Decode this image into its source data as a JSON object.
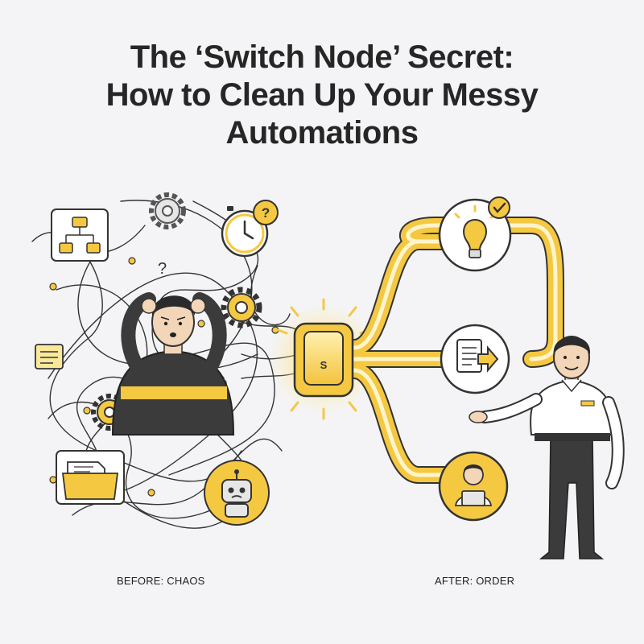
{
  "title": {
    "line1": "The ‘Switch Node’ Secret:",
    "line2": "How to Clean Up Your Messy",
    "line3": "Automations"
  },
  "switch_node": {
    "label": "S"
  },
  "captions": {
    "before": "BEFORE: CHAOS",
    "after": "AFTER: ORDER"
  },
  "colors": {
    "background": "#f4f4f6",
    "accent_yellow": "#f5c842",
    "light_yellow": "#fbe89a",
    "outline": "#2d2d2d",
    "shirt_dark": "#3b3b3b"
  },
  "icons": [
    "flowchart-icon",
    "gear-icon",
    "clock-icon",
    "question-bubble-icon",
    "document-icon",
    "email-folder-icon",
    "robot-icon",
    "lightbulb-icon",
    "checkmark-icon",
    "document-arrow-icon",
    "person-laptop-icon"
  ]
}
